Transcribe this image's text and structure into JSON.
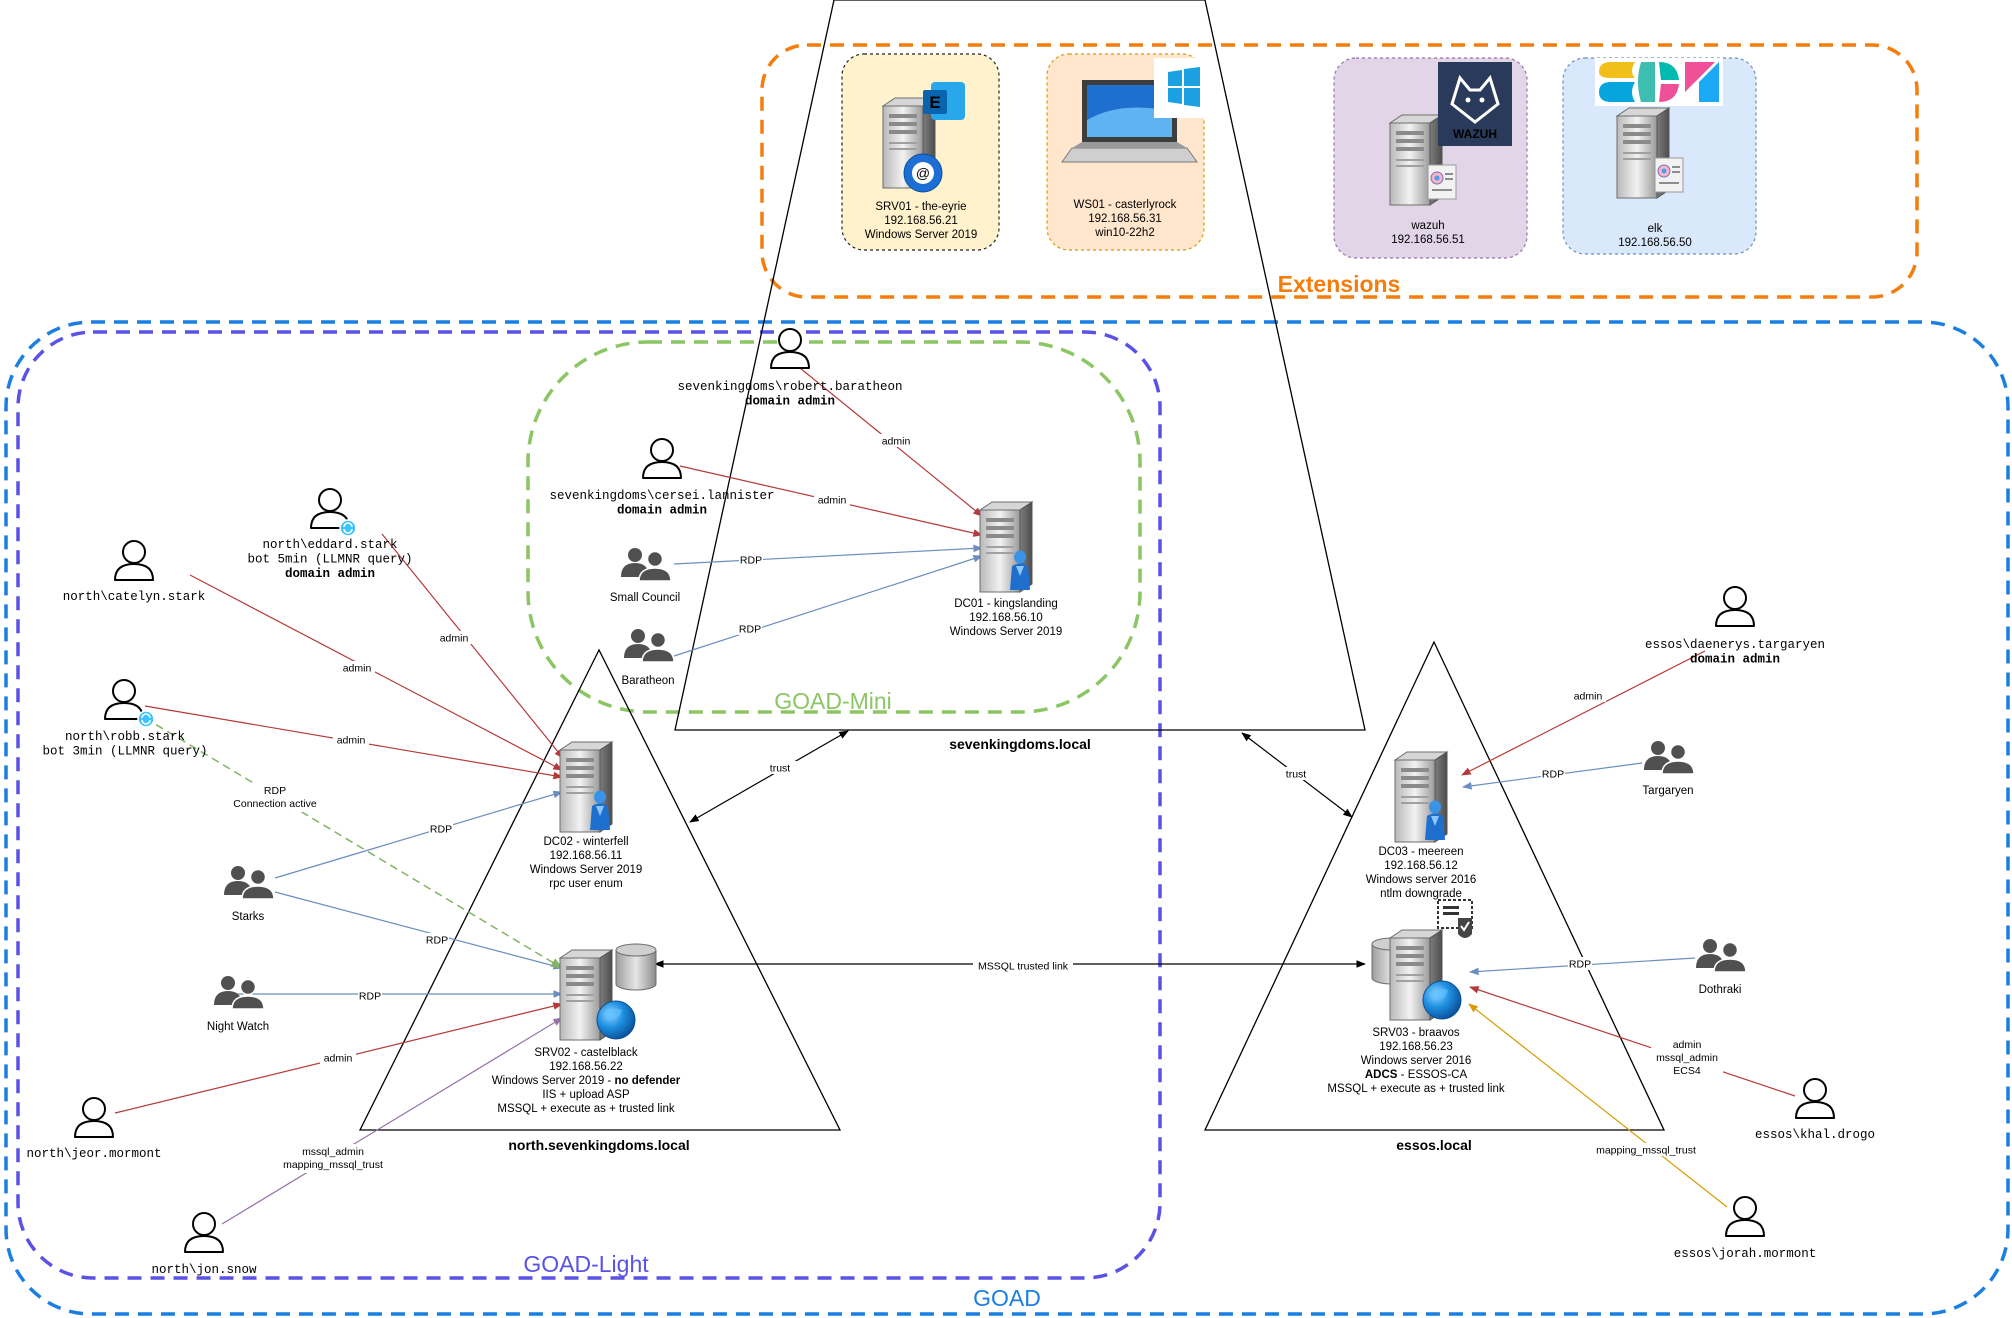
{
  "colors": {
    "goad": "#1a7fe0",
    "goad_light": "#5a52e6",
    "goad_mini": "#8cc564",
    "extensions": "#f47d0c",
    "admin_edge": "#b5393a",
    "rdp_edge": "#6c8ebf",
    "mssql_edge": "#9673a6",
    "mapping_edge": "#d79b00",
    "connection_edge": "#82b366"
  },
  "regions": {
    "goad": "GOAD",
    "goad_light": "GOAD-Light",
    "goad_mini": "GOAD-Mini",
    "extensions": "Extensions"
  },
  "domains": {
    "sevenkingdoms": "sevenkingdoms.local",
    "north": "north.sevenkingdoms.local",
    "essos": "essos.local"
  },
  "extensions": {
    "srv01": {
      "lines": [
        "SRV01 - the-eyrie",
        "192.168.56.21",
        "Windows Server 2019"
      ],
      "icon": "exchange-server-icon",
      "fill": "#fff2cc"
    },
    "ws01": {
      "lines": [
        "WS01 - casterlyrock",
        "192.168.56.31",
        "win10-22h2"
      ],
      "icon": "windows-laptop-icon",
      "fill": "#ffe6cc"
    },
    "wazuh": {
      "lines": [
        "wazuh",
        "192.168.56.51"
      ],
      "icon": "wazuh-logo-icon",
      "logo_text": "WAZUH",
      "fill": "#e1d5e7"
    },
    "elk": {
      "lines": [
        "elk",
        "192.168.56.50"
      ],
      "icon": "elastic-logo-icon",
      "fill": "#dae8fc"
    }
  },
  "servers": {
    "dc01": {
      "lines": [
        "DC01 - kingslanding",
        "192.168.56.10",
        "Windows Server 2019"
      ],
      "icon": "domain-controller-icon"
    },
    "dc02": {
      "lines": [
        "DC02 - winterfell",
        "192.168.56.11",
        "Windows Server 2019",
        "rpc user enum"
      ],
      "icon": "domain-controller-icon"
    },
    "srv02": {
      "lines": [
        "SRV02 - castelblack",
        "192.168.56.22",
        "Windows Server 2019 - ",
        "IIS + upload ASP",
        "MSSQL + execute as + trusted link"
      ],
      "bold_suffix": "no defender",
      "icon": "database-server-icon"
    },
    "dc03": {
      "lines": [
        "DC03 - meereen",
        "192.168.56.12",
        "Windows server 2016",
        "ntlm downgrade"
      ],
      "icon": "domain-controller-icon"
    },
    "srv03": {
      "lines": [
        "SRV03 - braavos",
        "192.168.56.23",
        "Windows server 2016",
        " - ESSOS-CA",
        "MSSQL + execute as + trusted link"
      ],
      "bold_prefix": "ADCS",
      "icon": "ca-database-server-icon"
    }
  },
  "users": {
    "robert": {
      "name": "sevenkingdoms\\robert.baratheon",
      "role": "domain admin"
    },
    "cersei": {
      "name": "sevenkingdoms\\cersei.lannister",
      "role": "domain admin"
    },
    "eddard": {
      "name": "north\\eddard.stark",
      "sub": "bot 5min (LLMNR query)",
      "role": "domain admin"
    },
    "catelyn": {
      "name": "north\\catelyn.stark"
    },
    "robb": {
      "name": "north\\robb.stark",
      "sub": "bot 3min (LLMNR query)"
    },
    "jeor": {
      "name": "north\\jeor.mormont"
    },
    "jon": {
      "name": "north\\jon.snow"
    },
    "daenerys": {
      "name": "essos\\daenerys.targaryen",
      "role": "domain admin"
    },
    "khal": {
      "name": "essos\\khal.drogo"
    },
    "jorah": {
      "name": "essos\\jorah.mormont"
    }
  },
  "groups": {
    "small_council": "Small Council",
    "baratheon": "Baratheon",
    "starks": "Starks",
    "night_watch": "Night Watch",
    "targaryen": "Targaryen",
    "dothraki": "Dothraki"
  },
  "edges": {
    "admin": "admin",
    "rdp": "RDP",
    "trust": "trust",
    "mssql_link": "MSSQL trusted link",
    "rdp_conn": [
      "RDP",
      "Connection active"
    ],
    "mssql_admin_trust": [
      "mssql_admin",
      "mapping_mssql_trust"
    ],
    "khal_lines": [
      "admin",
      "mssql_admin",
      "ECS4"
    ],
    "mapping": "mapping_mssql_trust"
  }
}
